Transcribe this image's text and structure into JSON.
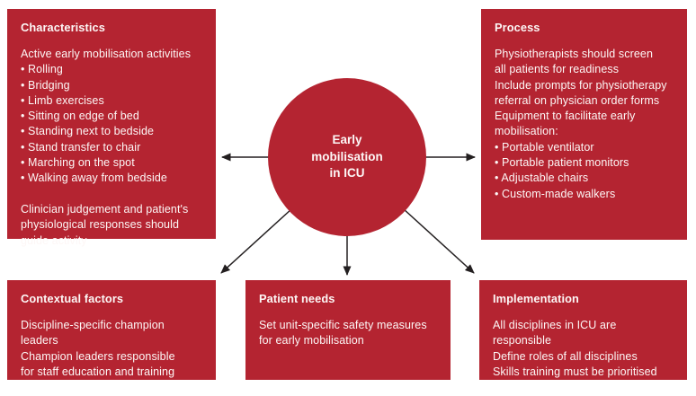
{
  "figure": {
    "colors": {
      "box_red": "#b42431",
      "text_white": "#fdf7f6",
      "arrow_color": "#231f20",
      "page_bg": "#ffffff"
    }
  },
  "center": {
    "label_lines": [
      "Early",
      "mobilisation",
      "in ICU"
    ]
  },
  "boxes": {
    "characteristics": {
      "title": "Characteristics",
      "lines": [
        "Active early mobilisation activities",
        "• Rolling",
        "• Bridging",
        "• Limb exercises",
        "• Sitting on edge of bed",
        "• Standing next to bedside",
        "• Stand transfer to chair",
        "• Marching on the spot",
        "• Walking away from bedside",
        "",
        "Clinician judgement and patient's",
        "physiological responses should",
        "guide activity"
      ]
    },
    "process": {
      "title": "Process",
      "lines": [
        "Physiotherapists should screen",
        "all patients for readiness",
        "Include prompts for physiotherapy",
        "referral on physician order forms",
        "Equipment to facilitate early",
        "mobilisation:",
        "• Portable ventilator",
        "• Portable patient monitors",
        "• Adjustable chairs",
        "• Custom-made walkers"
      ]
    },
    "contextual_factors": {
      "title": "Contextual factors",
      "lines": [
        "Discipline-specific champion",
        "leaders",
        "Champion leaders responsible",
        "for staff education and training"
      ]
    },
    "patient_needs": {
      "title": "Patient needs",
      "lines": [
        "Set unit-specific safety measures",
        "for early mobilisation"
      ]
    },
    "implementation": {
      "title": "Implementation",
      "lines": [
        "All disciplines in ICU are responsible",
        "Define roles of all disciplines",
        "Skills training must be prioritised"
      ]
    }
  }
}
